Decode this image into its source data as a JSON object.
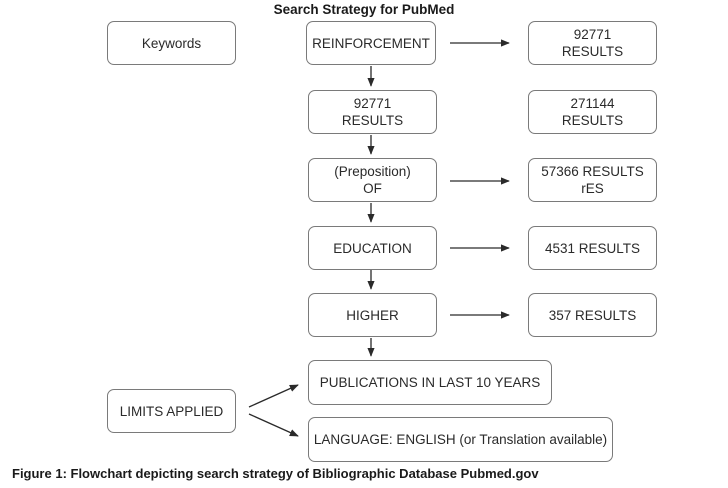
{
  "title": "Search Strategy for PubMed",
  "keywords_label": "Keywords",
  "limits_label": "LIMITS APPLIED",
  "steps": [
    {
      "term_lines": [
        "REINFORCEMENT"
      ],
      "result_lines": [
        "92771",
        "RESULTS"
      ]
    },
    {
      "term_lines": [
        "92771",
        "RESULTS"
      ],
      "result_lines": [
        "271144",
        "RESULTS"
      ]
    },
    {
      "term_lines": [
        "(Preposition)",
        "OF"
      ],
      "result_lines": [
        "57366 RESULTS",
        "rES"
      ]
    },
    {
      "term_lines": [
        "EDUCATION"
      ],
      "result_lines": [
        "4531 RESULTS"
      ]
    },
    {
      "term_lines": [
        "HIGHER"
      ],
      "result_lines": [
        "357 RESULTS"
      ]
    }
  ],
  "limits": [
    "PUBLICATIONS IN LAST 10 YEARS",
    "LANGUAGE: ENGLISH (or Translation available)"
  ],
  "caption": "Figure 1: Flowchart depicting search strategy of Bibliographic Database Pubmed.gov",
  "colors": {
    "border": "#7a7a7a",
    "arrow": "#2a2a2a",
    "text": "#2a2a2a"
  }
}
